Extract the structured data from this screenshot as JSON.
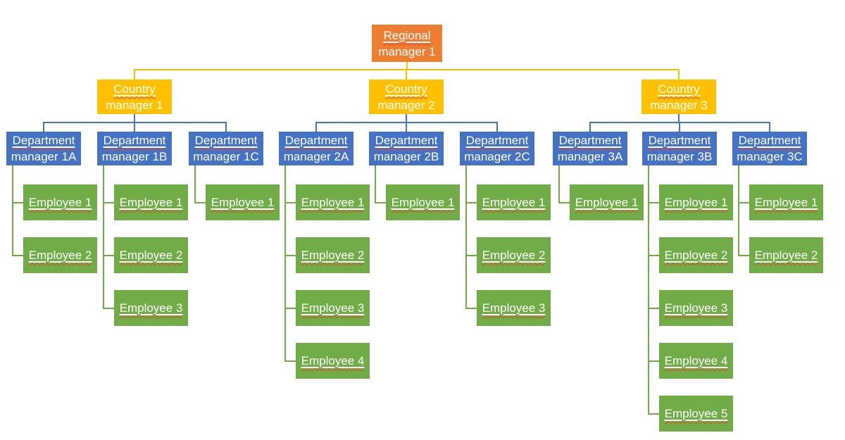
{
  "diagram": {
    "type": "org-chart",
    "background": "#ffffff",
    "text_color": "#ffffff",
    "spellcheck_color": "#e2452c",
    "levels": {
      "regional_fill": "#ED7D31",
      "country_fill": "#FFC000",
      "department_fill": "#4472C4",
      "employee_fill": "#70AD47"
    },
    "connector_colors": {
      "regional_to_country": "#FFC000",
      "country_to_department": "#4472C4",
      "department_to_employee": "#70AD47"
    },
    "root": {
      "title": "Regional",
      "subtitle": "manager 1"
    },
    "countries": [
      {
        "title": "Country",
        "subtitle": "manager 1",
        "departments": [
          {
            "title": "Department",
            "subtitle": "manager 1A",
            "employees": [
              "Employee 1",
              "Employee 2"
            ]
          },
          {
            "title": "Department",
            "subtitle": "manager 1B",
            "employees": [
              "Employee 1",
              "Employee 2",
              "Employee 3"
            ]
          },
          {
            "title": "Department",
            "subtitle": "manager 1C",
            "employees": [
              "Employee 1"
            ]
          }
        ]
      },
      {
        "title": "Country",
        "subtitle": "manager 2",
        "departments": [
          {
            "title": "Department",
            "subtitle": "manager 2A",
            "employees": [
              "Employee 1",
              "Employee 2",
              "Employee 3",
              "Employee 4"
            ]
          },
          {
            "title": "Department",
            "subtitle": "manager 2B",
            "employees": [
              "Employee 1"
            ]
          },
          {
            "title": "Department",
            "subtitle": "manager 2C",
            "employees": [
              "Employee 1",
              "Employee 2",
              "Employee 3"
            ]
          }
        ]
      },
      {
        "title": "Country",
        "subtitle": "manager 3",
        "departments": [
          {
            "title": "Department",
            "subtitle": "manager 3A",
            "employees": [
              "Employee 1"
            ]
          },
          {
            "title": "Department",
            "subtitle": "manager 3B",
            "employees": [
              "Employee 1",
              "Employee 2",
              "Employee 3",
              "Employee 4",
              "Employee 5"
            ]
          },
          {
            "title": "Department",
            "subtitle": "manager 3C",
            "employees": [
              "Employee 1",
              "Employee 2"
            ]
          }
        ]
      }
    ]
  }
}
